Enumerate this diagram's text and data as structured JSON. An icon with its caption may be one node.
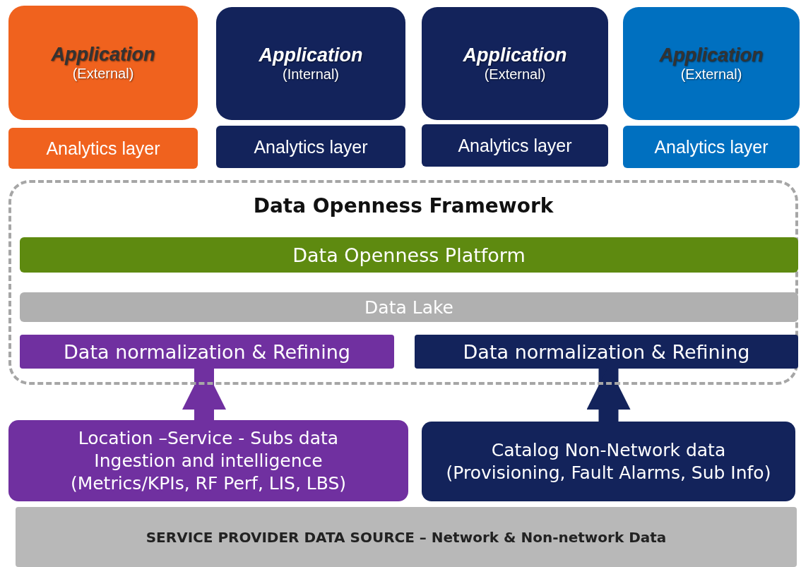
{
  "diagram": {
    "nodes": [
      {
        "text": [
          "Application",
          "(External)"
        ]
      },
      {
        "text": [
          "Analytics layer"
        ]
      },
      {
        "text": [
          "Application",
          "(Internal)"
        ]
      },
      {
        "text": [
          "Analytics layer"
        ]
      },
      {
        "text": [
          "Application",
          "(External)"
        ]
      },
      {
        "text": [
          "Analytics layer"
        ]
      },
      {
        "text": [
          "Application",
          "(External)"
        ]
      },
      {
        "text": [
          "Analytics layer"
        ]
      },
      {
        "text": [
          "Data Openness Framework"
        ]
      },
      {
        "text": [
          "Data Openness Platform"
        ],
        "in": 8
      },
      {
        "text": [
          "Data Lake"
        ],
        "in": 8
      },
      {
        "text": [
          "Data normalization & Refining"
        ],
        "in": 8
      },
      {
        "text": [
          "Data normalization & Refining"
        ],
        "in": 8
      },
      {
        "text": [
          "Location –Service - Subs data Ingestion and intelligence",
          "(Metrics/KPIs, RF Perf, LIS, LBS)"
        ]
      },
      {
        "text": [
          "Catalog Non-Network data",
          "(Provisioning, Fault Alarms, Sub Info)"
        ]
      },
      {
        "text": [
          "SERVICE PROVIDER DATA SOURCE – Network & Non-network Data"
        ]
      }
    ],
    "edges": [
      {
        "from": 13,
        "to": 11,
        "arrow": "to",
        "color": "#7030a0"
      },
      {
        "from": 14,
        "to": 12,
        "arrow": "to",
        "color": "#13235b"
      }
    ]
  }
}
